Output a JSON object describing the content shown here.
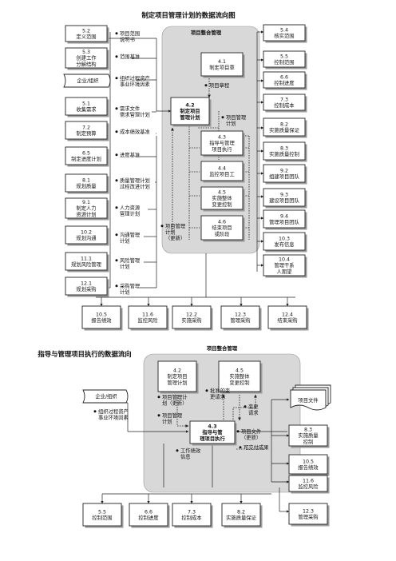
{
  "diagram1": {
    "title": "制定项目管理计划的数据流向图",
    "group_label": "项目整合管理",
    "center_label": "4.2|制定项目|管理计划",
    "inner_processes": [
      {
        "id": "4.1",
        "label": "4.1|制定项目章"
      },
      {
        "id": "4.3",
        "label": "4.3|指导与管理|项目执行"
      },
      {
        "id": "4.4",
        "label": "4.4|监控项目工"
      },
      {
        "id": "4.5",
        "label": "4.5|实施整体|变更控制"
      },
      {
        "id": "4.6",
        "label": "4.6|结束项目|或阶段"
      }
    ],
    "left_processes": [
      {
        "id": "5.2",
        "label": "5.2|定义范围"
      },
      {
        "id": "5.3",
        "label": "5.3|创建工作|分解结构"
      },
      {
        "id": "enterprise",
        "label": "企业/组织"
      },
      {
        "id": "5.1",
        "label": "5.1|收集需求"
      },
      {
        "id": "7.2",
        "label": "7.2|制定预算"
      },
      {
        "id": "6.5",
        "label": "6.5|制定进度计划"
      },
      {
        "id": "8.1",
        "label": "8.1|规划质量"
      },
      {
        "id": "9.1",
        "label": "9.1|制定人力|资源计划"
      },
      {
        "id": "10.2",
        "label": "10.2|规划沟通"
      },
      {
        "id": "11.1",
        "label": "11.1|规划风险管理"
      },
      {
        "id": "12.1",
        "label": "12.1|规划采购"
      }
    ],
    "left_notes": [
      "项目范围|说明书",
      "范围基准",
      "组织过程资产|事业环境因素",
      "需求文件|需求管理计划",
      "成本绩效基准",
      "进度基准",
      "质量管理计划|过程改进计划",
      "人力资源|管理计划",
      "沟通管理|计划",
      "风险管理|计划",
      "采购管理|计划"
    ],
    "inner_notes": [
      "项目章程",
      "项目管理|计划",
      "项目管理|计划|（更新）"
    ],
    "right_processes": [
      {
        "id": "5.4",
        "label": "5.4|核实范围"
      },
      {
        "id": "5.5",
        "label": "5.5|控制范围"
      },
      {
        "id": "6.6",
        "label": "6.6|控制进度"
      },
      {
        "id": "7.3",
        "label": "7.3|控制成本"
      },
      {
        "id": "8.2",
        "label": "8.2|实施质量保证"
      },
      {
        "id": "8.3",
        "label": "8.3|实施质量控制"
      },
      {
        "id": "9.2",
        "label": "9.2|组建项目团队"
      },
      {
        "id": "9.3",
        "label": "9.3|建设项目团队"
      },
      {
        "id": "9.4",
        "label": "9.4|管理项目团队"
      },
      {
        "id": "10.3",
        "label": "10.3|发布信息"
      },
      {
        "id": "10.4",
        "label": "10.4|管理干系|人期望"
      }
    ],
    "bottom_processes": [
      {
        "id": "10.5",
        "label": "10.5|报告绩效"
      },
      {
        "id": "11.6",
        "label": "11.6|监控风险"
      },
      {
        "id": "12.2",
        "label": "12.2|实施采购"
      },
      {
        "id": "12.3",
        "label": "12.3|管理采购"
      },
      {
        "id": "12.4",
        "label": "12.4|结束采购"
      }
    ]
  },
  "diagram2": {
    "title": "指导与管理项目执行的数据流向",
    "group_label": "项目整合管理",
    "center_label": "4.3|指导与管|理项目执行",
    "inner_processes": [
      {
        "id": "4.2",
        "label": "4.2|制定项目|管理计划"
      },
      {
        "id": "4.5",
        "label": "4.5|实施整体|变更控制"
      }
    ],
    "enterprise_label": "企业/组织",
    "enterprise_notes": "组织过程资产|事业环境因素",
    "notes": [
      "项目管理计|划（更新）",
      "项目管理|计划",
      "批准的变|更请求",
      "变更|请求",
      "项目文件|（更新）",
      "工作绩效|信息",
      "可交付成果"
    ],
    "document_label": "项目文件",
    "right_processes": [
      {
        "id": "8.3",
        "label": "8.3|实施质量|控制"
      },
      {
        "id": "10.5",
        "label": "10.5|报告绩效"
      },
      {
        "id": "11.6",
        "label": "11.6|监控风险"
      },
      {
        "id": "12.3",
        "label": "12.3|管理采购"
      }
    ],
    "bottom_processes": [
      {
        "id": "5.5",
        "label": "5.5|控制范围"
      },
      {
        "id": "6.6",
        "label": "6.6|控制进度"
      },
      {
        "id": "7.3",
        "label": "7.3|控制成本"
      },
      {
        "id": "8.2",
        "label": "8.2|实施质量保证"
      }
    ]
  }
}
